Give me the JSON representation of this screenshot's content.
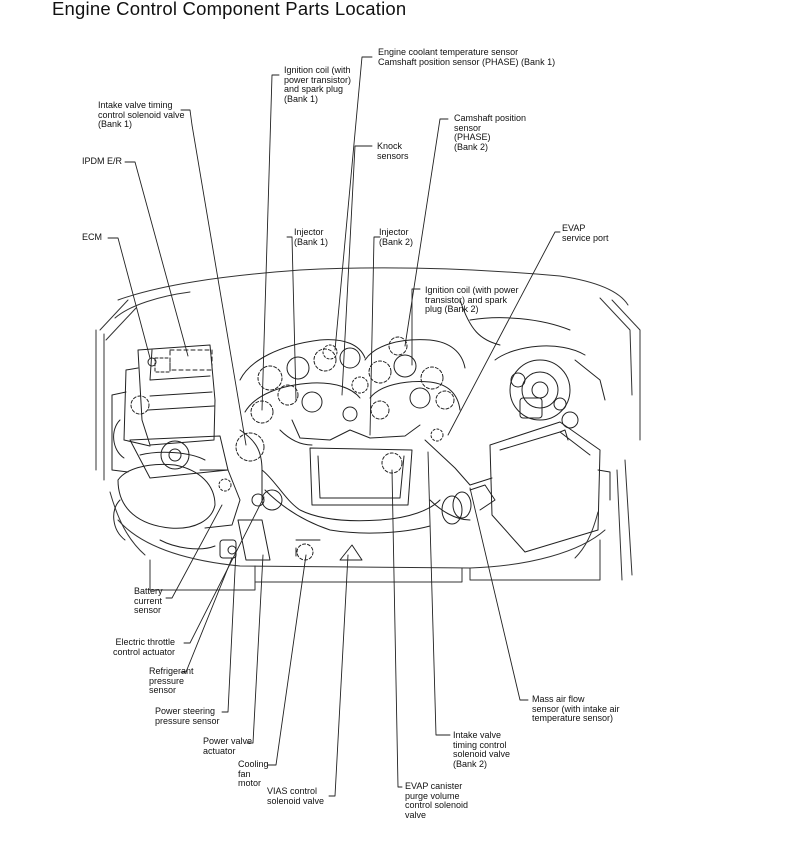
{
  "title": "Engine Control Component Parts Location",
  "labels": [
    {
      "id": "ecm",
      "text": "ECM"
    },
    {
      "id": "ipdm",
      "text": "IPDM E/R"
    },
    {
      "id": "ivtc_b1",
      "text": "Intake valve timing\ncontrol solenoid valve\n(Bank 1)"
    },
    {
      "id": "ign_b1",
      "text": "Ignition coil (with\npower transistor)\nand spark plug\n(Bank 1)"
    },
    {
      "id": "ect_cmp",
      "text": "Engine coolant temperature sensor\nCamshaft position sensor (PHASE) (Bank 1)"
    },
    {
      "id": "knock",
      "text": "Knock\nsensors"
    },
    {
      "id": "cmp_b2",
      "text": "Camshaft position\nsensor\n(PHASE)\n(Bank 2)"
    },
    {
      "id": "inj_b1",
      "text": "Injector\n(Bank 1)"
    },
    {
      "id": "inj_b2",
      "text": "Injector\n(Bank 2)"
    },
    {
      "id": "evap_port",
      "text": "EVAP\nservice port"
    },
    {
      "id": "ign_b2",
      "text": "Ignition coil (with power\ntransistor) and spark\nplug (Bank 2)"
    },
    {
      "id": "battery",
      "text": "Battery\ncurrent\nsensor"
    },
    {
      "id": "throttle",
      "text": "Electric throttle\ncontrol actuator"
    },
    {
      "id": "refrig",
      "text": "Refrigerant\npressure\nsensor"
    },
    {
      "id": "ps",
      "text": "Power steering\npressure sensor"
    },
    {
      "id": "pva",
      "text": "Power valve\nactuator"
    },
    {
      "id": "fan",
      "text": "Cooling\nfan\nmotor"
    },
    {
      "id": "vias",
      "text": "VIAS control\nsolenoid valve"
    },
    {
      "id": "evap_purge",
      "text": "EVAP canister\npurge volume\ncontrol solenoid\nvalve"
    },
    {
      "id": "ivtc_b2",
      "text": "Intake valve\ntiming control\nsolenoid valve\n(Bank 2)"
    },
    {
      "id": "maf",
      "text": "Mass air flow\nsensor (with intake air\ntemperature sensor)"
    }
  ]
}
